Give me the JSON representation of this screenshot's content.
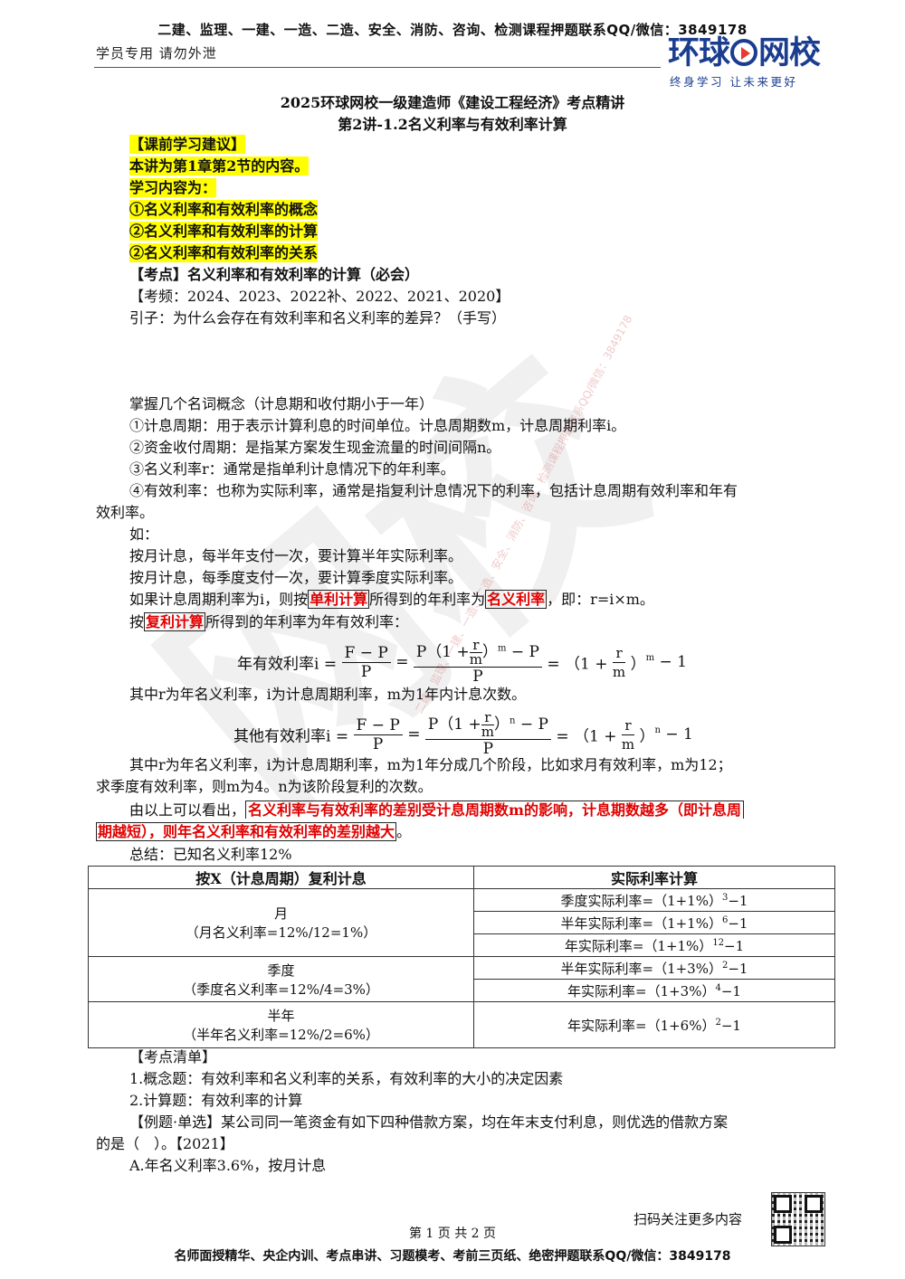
{
  "header": {
    "banner": "二建、监理、一建、一造、二造、安全、消防、咨询、检测课程押题联系QQ/微信：3849178",
    "student_note": "学员专用 请勿外泄",
    "logo_left": "环球",
    "logo_right": "网校",
    "logo_slogan": "终身学习 让未来更好"
  },
  "title": {
    "line1": "2025环球网校一级建造师《建设工程经济》考点精讲",
    "line2": "第2讲-1.2名义利率与有效利率计算"
  },
  "advice": {
    "heading": "【课前学习建议】",
    "chapter": "本讲为第1章第2节的内容。",
    "content_label": "学习内容为：",
    "items": [
      "①名义利率和有效利率的概念",
      "②名义利率和有效利率的计算",
      "②名义利率和有效利率的关系"
    ]
  },
  "topic": {
    "heading": "【考点】名义利率和有效利率的计算（必会）",
    "frequency": "【考频：2024、2023、2022补、2022、2021、2020】",
    "intro": "引子：为什么会存在有效利率和名义利率的差异？（手写）"
  },
  "concepts": {
    "lead": "掌握几个名词概念（计息期和收付期小于一年）",
    "c1": "①计息周期：用于表示计算利息的时间单位。计息周期数m，计息周期利率i。",
    "c2": "②资金收付周期：是指某方案发生现金流量的时间间隔n。",
    "c3": "③名义利率r：通常是指单利计息情况下的年利率。",
    "c4a": "④有效利率：也称为实际利率，通常是指复利计息情况下的利率，包括计息周期有效利率和年有",
    "c4b": "效利率。",
    "eg": "如：",
    "eg1": "按月计息，每半年支付一次，要计算半年实际利率。",
    "eg2": "按月计息，每季度支付一次，要计算季度实际利率。",
    "simple_pre": "如果计息周期利率为i，则按",
    "simple_box": "单利计算",
    "simple_mid": "所得到的年利率为",
    "simple_box2": "名义利率",
    "simple_post": "，即：r=i×m。",
    "comp_pre": "按",
    "comp_box": "复利计算",
    "comp_post": "所得到的年利率为年有效利率："
  },
  "formula1": {
    "label": "年有效利率i =",
    "num1": "F − P",
    "den1": "P",
    "num2a": "P（1 +",
    "r": "r",
    "m": "m",
    "num2b": "）",
    "exp": "m",
    "num2c": "− P",
    "den2": "P",
    "rhs_a": "= （1 +",
    "rhs_b": "）",
    "rhs_exp": "m",
    "rhs_c": "− 1",
    "note": "其中r为年名义利率，i为计息周期利率，m为1年内计息次数。"
  },
  "formula2": {
    "label": "其他有效利率i =",
    "num1": "F − P",
    "den1": "P",
    "num2a": "P（1 +",
    "r": "r",
    "m": "m",
    "num2b": "）",
    "exp": "n",
    "num2c": "− P",
    "den2": "P",
    "rhs_a": "= （1 +",
    "rhs_b": "）",
    "rhs_exp": "n",
    "rhs_c": "− 1",
    "note_a": "其中r为年名义利率，i为计息周期利率，m为1年分成几个阶段，比如求月有效利率，m为12；",
    "note_b": "求季度有效利率，则m为4。n为该阶段复利的次数。"
  },
  "conclusion": {
    "pre": "由以上可以看出，",
    "red_a": "名义利率与有效利率的差别受计息周期数m的影响，计息期数越多（即计息周",
    "red_b": "期越短），则年名义利率和有效利率的差别越大",
    "post": "。",
    "summary": "总结：已知名义利率12%"
  },
  "table": {
    "h1": "按X（计息周期）复利计息",
    "h2": "实际利率计算",
    "g1_name": "月",
    "g1_note": "（月名义利率=12%/12=1%）",
    "g1_r1": "季度实际利率=（1+1%）",
    "g1_r1e": "3",
    "g1_r2": "半年实际利率=（1+1%）",
    "g1_r2e": "6",
    "g1_r3": "年实际利率=（1+1%）",
    "g1_r3e": "12",
    "g2_name": "季度",
    "g2_note": "（季度名义利率=12%/4=3%）",
    "g2_r1": "半年实际利率=（1+3%）",
    "g2_r1e": "2",
    "g2_r2": "年实际利率=（1+3%）",
    "g2_r2e": "4",
    "g3_name": "半年",
    "g3_note": "（半年名义利率=12%/2=6%）",
    "g3_r1": "年实际利率=（1+6%）",
    "g3_r1e": "2",
    "minus1": "−1"
  },
  "checklist": {
    "heading": "【考点清单】",
    "i1": "1.概念题：有效利率和名义利率的关系，有效利率的大小的决定因素",
    "i2": "2.计算题：有效利率的计算"
  },
  "example": {
    "a": "【例题·单选】某公司同一笔资金有如下四种借款方案，均在年末支付利息，则优选的借款方案",
    "b": "的是（　）。【2021】",
    "optA": "A.年名义利率3.6%，按月计息"
  },
  "footer": {
    "scan": "扫码关注更多内容",
    "page": "第 1 页 共 2 页",
    "banner": "名师面授精华、央企内训、考点串讲、习题模考、考前三页纸、绝密押题联系QQ/微信：3849178"
  }
}
